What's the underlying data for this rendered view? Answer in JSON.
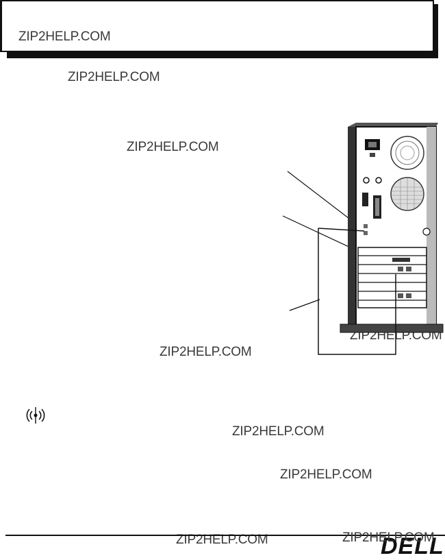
{
  "watermarks": [
    "ZIP2HELP.COM",
    "ZIP2HELP.COM",
    "ZIP2HELP.COM",
    "ZIP2HELP.COM",
    "ZIP2HELP.COM",
    "ZIP2HELP.COM",
    "ZIP2HELP.COM",
    "ZIP2HELP.COM",
    "ZIP2HELP.COM"
  ],
  "logo": {
    "text": "DELL"
  },
  "icons": {
    "wireless": "wireless-signal-icon",
    "diagram": "computer-back-panel-diagram"
  },
  "colors": {
    "ink": "#111111",
    "watermark": "#3a3a3a",
    "background": "#ffffff"
  }
}
